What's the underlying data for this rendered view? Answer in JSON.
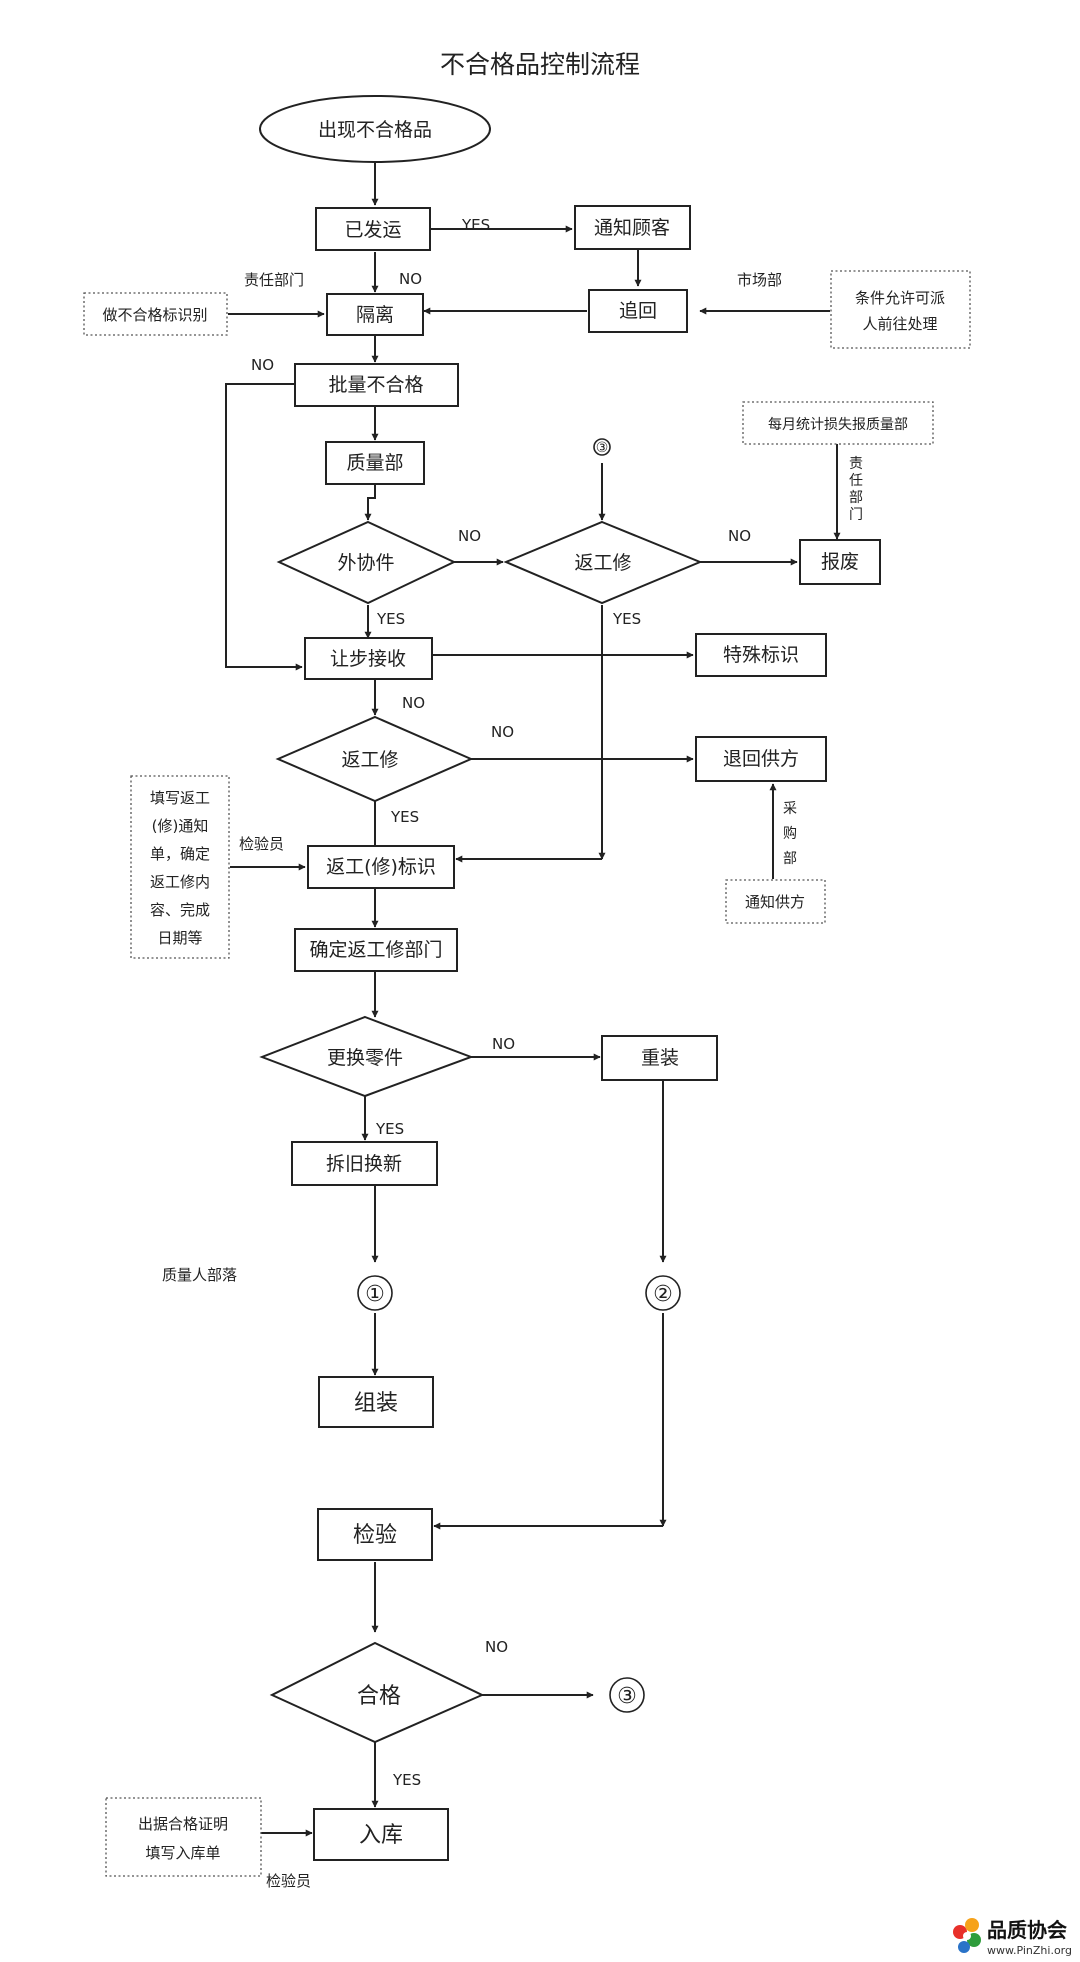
{
  "title": "不合格品控制流程",
  "nodes": {
    "start": "出现不合格品",
    "shipped": "已发运",
    "notify_customer": "通知顾客",
    "isolate": "隔离",
    "recall": "追回",
    "batch_nonconform": "批量不合格",
    "quality_dept": "质量部",
    "outsourced": "外协件",
    "rework_1": "返工修",
    "scrap": "报废",
    "concession": "让步接收",
    "special_mark": "特殊标识",
    "rework_2": "返工修",
    "return_supplier": "退回供方",
    "rework_mark": "返工(修)标识",
    "confirm_dept": "确定返工修部门",
    "replace_parts": "更换零件",
    "reassemble": "重装",
    "dismantle": "拆旧换新",
    "assemble": "组装",
    "inspect": "检验",
    "qualified": "合格",
    "warehouse": "入库"
  },
  "notes": {
    "nonconform_mark": "做不合格标识别",
    "dispatch_allowed": [
      "条件允许可派",
      "人前往处理"
    ],
    "monthly_report": "每月统计损失报质量部",
    "notify_supplier": "通知供方",
    "fill_rework": [
      "填写返工",
      "(修)通知",
      "单，确定",
      "返工修内",
      "容、完成",
      "日期等"
    ],
    "certificate": [
      "出据合格证明",
      "填写入库单"
    ]
  },
  "labels": {
    "yes": "YES",
    "no": "NO",
    "resp_dept": "责任部门",
    "market_dept": "市场部",
    "resp_dept_vertical": [
      "责",
      "任",
      "部",
      "门"
    ],
    "purchasing_vertical": [
      "采",
      "购",
      "部"
    ],
    "inspector": "检验员",
    "quality_personnel": "质量人部落"
  },
  "connectors": {
    "c1": "①",
    "c2": "②",
    "c3": "③"
  },
  "watermark": {
    "name": "品质协会",
    "url": "www.PinZhi.org"
  }
}
